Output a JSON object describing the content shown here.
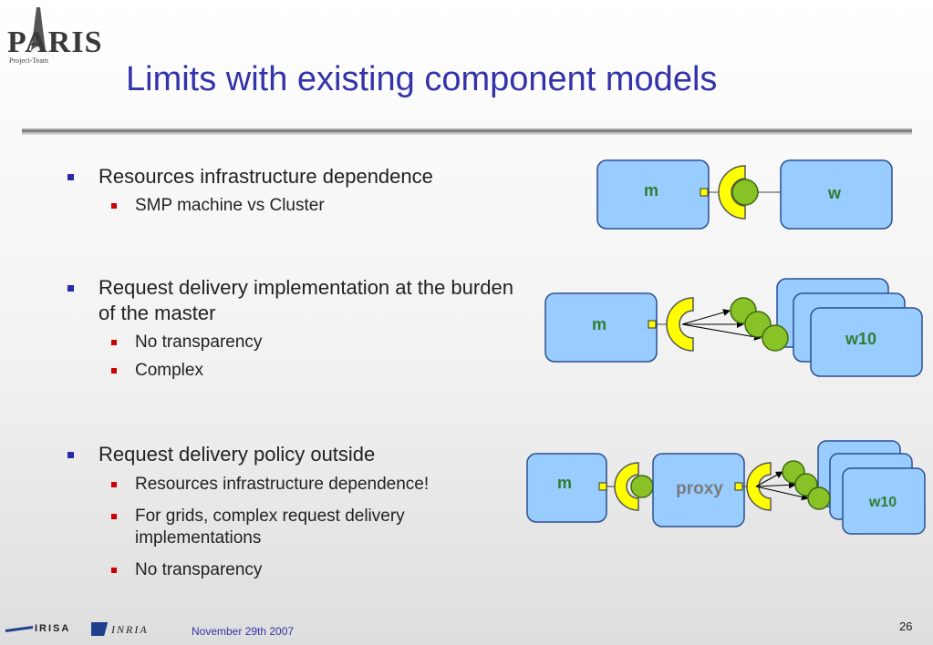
{
  "slide": {
    "title": "Limits with existing component models",
    "logo_text": "PARIS",
    "logo_subtext": "Project-Team",
    "bullets": [
      {
        "text": "Resources infrastructure dependence",
        "subs": [
          "SMP machine vs Cluster"
        ]
      },
      {
        "text": "Request delivery implementation at the burden of the master",
        "subs": [
          "No transparency",
          "Complex"
        ]
      },
      {
        "text": "Request delivery policy outside",
        "subs": [
          "Resources infrastructure dependence!",
          "For grids, complex request delivery implementations",
          "No transparency"
        ]
      }
    ]
  },
  "diagrams": {
    "d1": {
      "master": "m",
      "worker": "w"
    },
    "d2": {
      "master": "m",
      "worker": "w10"
    },
    "d3": {
      "master": "m",
      "proxy": "proxy",
      "worker": "w10"
    }
  },
  "footer": {
    "date": "November 29th 2007",
    "page": "26",
    "irisa_logo": "IRISA",
    "inria_logo": "INRIA"
  },
  "colors": {
    "title": "#3333aa",
    "box_fill": "#99ccff",
    "box_stroke": "#2a4f8f",
    "box_text": "#2e7d32",
    "provides_port": "#ffff00",
    "uses_port": "#88c226"
  }
}
